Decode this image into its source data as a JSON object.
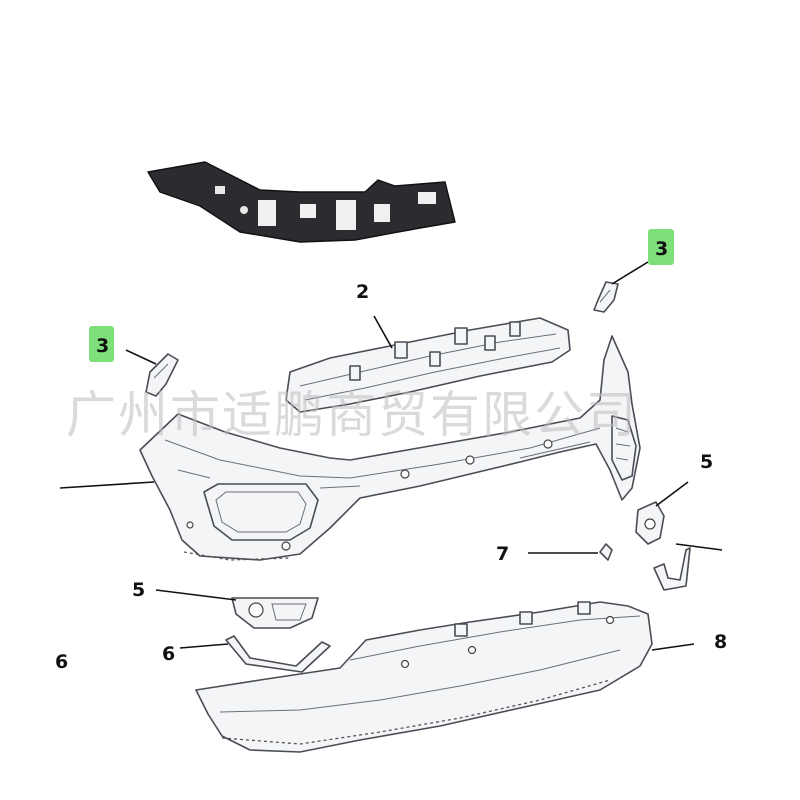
{
  "watermark": "广州市适鹏商贸有限公司",
  "callouts": {
    "c2": "2",
    "c3_left": "3",
    "c3_right": "3",
    "c5_left": "5",
    "c5_right": "5",
    "c6_left": "6",
    "c6_mid": "6",
    "c7": "7",
    "c8": "8"
  },
  "colors": {
    "highlight": "#7ee07a",
    "line": "#4a4d55",
    "bracket_dark": "#2a2c30"
  }
}
